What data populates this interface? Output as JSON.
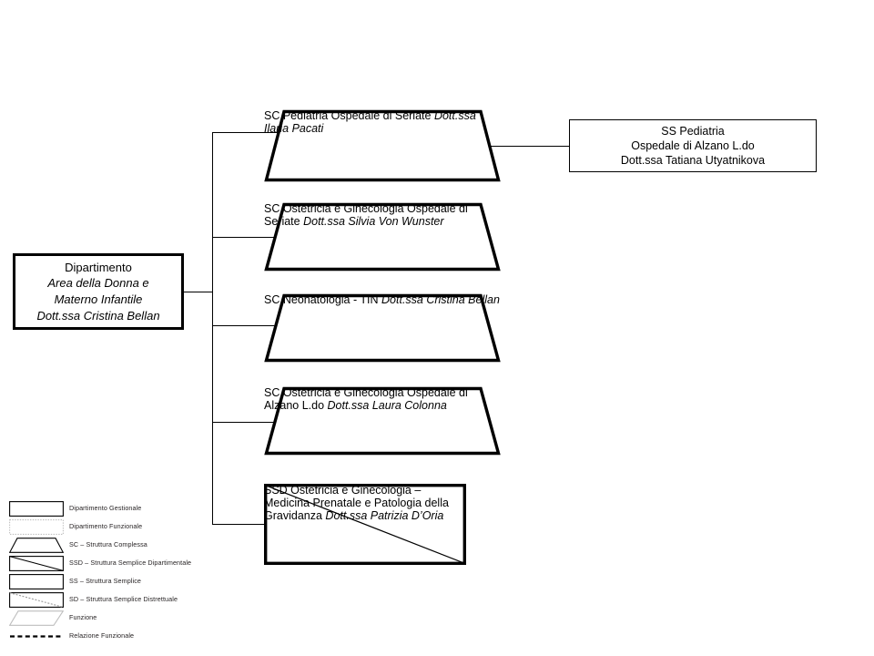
{
  "diagram": {
    "title": "Organigramma Dipartimento Area della Donna e Materno Infantile",
    "colors": {
      "stroke": "#000000",
      "background": "#ffffff",
      "legend_text": "#231f20",
      "legend_light": "#bfbfbf"
    }
  },
  "department": {
    "shape": "rectangle-thick",
    "lines": [
      {
        "text": "Dipartimento",
        "italic": false
      },
      {
        "text": "Area della Donna e",
        "italic": true
      },
      {
        "text": "Materno Infantile",
        "italic": true
      },
      {
        "text": "Dott.ssa Cristina Bellan",
        "italic": true
      }
    ]
  },
  "units": [
    {
      "id": "sc-pediatria",
      "shape": "trapezoid",
      "lines": [
        {
          "text": "SC Pediatria",
          "italic": false
        },
        {
          "text": "Ospedale di Seriate",
          "italic": false
        },
        {
          "text": "Dott.ssa Ilaria Pacati",
          "italic": true
        }
      ]
    },
    {
      "id": "sc-ostetricia-ginecologia-seriate",
      "shape": "trapezoid",
      "lines": [
        {
          "text": "SC Ostetricia e Ginecologia",
          "italic": false
        },
        {
          "text": "Ospedale di Seriate",
          "italic": false
        },
        {
          "text": "Dott.ssa Silvia Von Wunster",
          "italic": true
        }
      ]
    },
    {
      "id": "sc-neonatologia-tin",
      "shape": "trapezoid",
      "lines": [
        {
          "text": "SC Neonatologia - TIN",
          "italic": false
        },
        {
          "text": "Dott.ssa Cristina Bellan",
          "italic": true
        }
      ]
    },
    {
      "id": "sc-ostetricia-ginecologia-alzano",
      "shape": "trapezoid",
      "lines": [
        {
          "text": "SC Ostetricia e Ginecologia",
          "italic": false
        },
        {
          "text": "Ospedale di Alzano L.do",
          "italic": false
        },
        {
          "text": "Dott.ssa Laura Colonna",
          "italic": true
        }
      ]
    },
    {
      "id": "ssd-ostetricia-ginecologia",
      "shape": "rectangle-thick-diagonal",
      "lines": [
        {
          "text": "SSD Ostetricia e Ginecologia –",
          "italic": false
        },
        {
          "text": "Medicina Prenatale e",
          "italic": false
        },
        {
          "text": "Patologia della Gravidanza",
          "italic": false
        },
        {
          "text": "Dott.ssa Patrizia D’Oria",
          "italic": true
        }
      ]
    }
  ],
  "sub_units": [
    {
      "id": "ss-pediatria",
      "shape": "rectangle-thin",
      "parent": "sc-pediatria",
      "lines": [
        {
          "text": "SS Pediatria",
          "italic": false
        },
        {
          "text": "Ospedale di Alzano L.do",
          "italic": false
        },
        {
          "text": "Dott.ssa Tatiana Utyatnikova",
          "italic": false
        }
      ]
    }
  ],
  "legend": {
    "items": [
      {
        "symbol": "rectangle-solid",
        "label": "Dipartimento Gestionale"
      },
      {
        "symbol": "rectangle-dotted",
        "label": "Dipartimento Funzionale"
      },
      {
        "symbol": "trapezoid",
        "label": "SC – Struttura Complessa"
      },
      {
        "symbol": "rectangle-diagonal",
        "label": "SSD – Struttura Semplice Dipartimentale"
      },
      {
        "symbol": "rectangle-thin",
        "label": "SS – Struttura Semplice"
      },
      {
        "symbol": "rectangle-diagonal-dotted",
        "label": "SD – Struttura Semplice Distrettuale"
      },
      {
        "symbol": "parallelogram",
        "label": "Funzione"
      },
      {
        "symbol": "dashed-line",
        "label": "Relazione Funzionale"
      }
    ]
  }
}
